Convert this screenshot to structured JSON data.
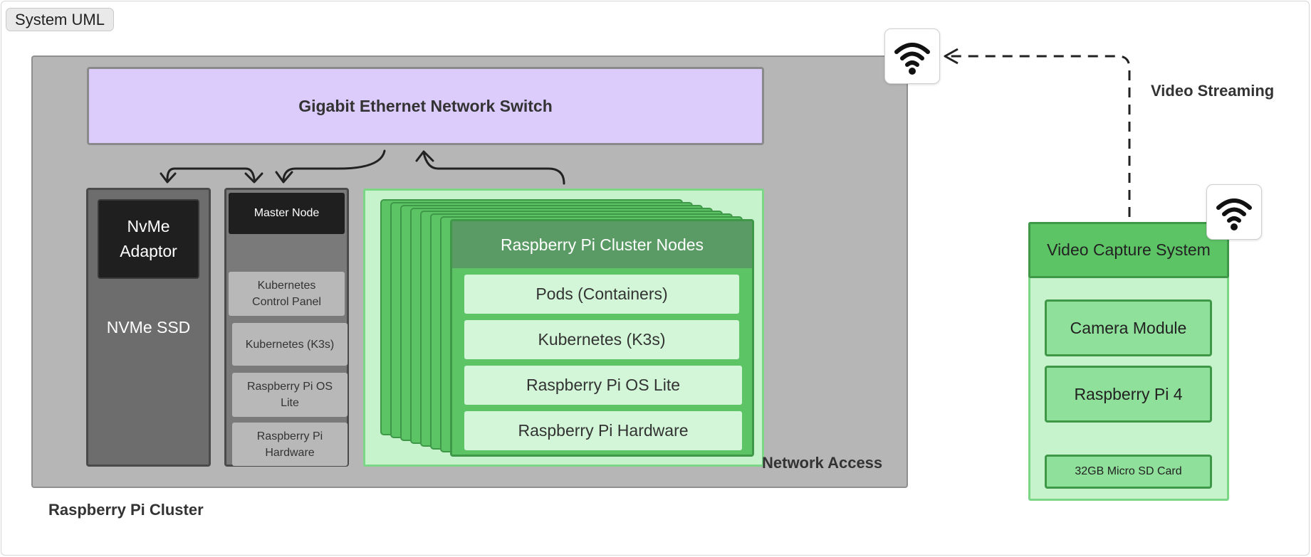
{
  "title": "System UML",
  "cluster": {
    "label": "Raspberry Pi Cluster",
    "switch_label": "Gigabit Ethernet Network Switch",
    "network_access_label": "Network Access",
    "storage": {
      "adaptor_line1": "NvMe",
      "adaptor_line2": "Adaptor",
      "ssd_label": "NVMe SSD"
    },
    "master": {
      "title": "Master Node",
      "layers": [
        {
          "line1": "Kubernetes",
          "line2": "Control Panel"
        },
        {
          "line1": "Kubernetes (K3s)",
          "line2": ""
        },
        {
          "line1": "Raspberry Pi OS",
          "line2": "Lite"
        },
        {
          "line1": "Raspberry Pi",
          "line2": "Hardware"
        }
      ]
    },
    "nodes": {
      "title": "Raspberry Pi Cluster Nodes",
      "layers": [
        "Pods (Containers)",
        "Kubernetes (K3s)",
        "Raspberry Pi OS Lite",
        "Raspberry Pi Hardware"
      ]
    }
  },
  "video": {
    "streaming_label": "Video Streaming",
    "system_title": "Video Capture System",
    "camera": "Camera Module",
    "pi": "Raspberry Pi 4",
    "sd_card": "32GB Micro SD Card"
  },
  "icons": {
    "wifi_top": "wifi-icon",
    "wifi_video": "wifi-icon"
  },
  "colors": {
    "switch_fill": "#dcccfc",
    "cluster_fill": "#b6b6b6",
    "node_green": "#5dc466",
    "node_header": "#5a9a64",
    "light_green": "#c6f2cc",
    "dark_box": "#1f1f1f"
  }
}
